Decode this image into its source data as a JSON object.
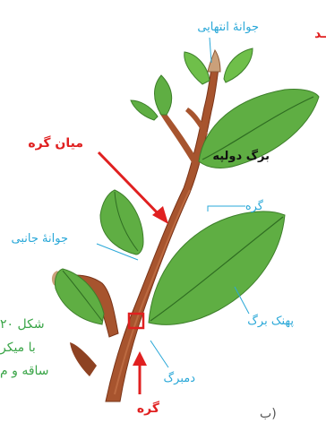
{
  "colors": {
    "label_blue": "#2aa8d8",
    "label_red": "#e02020",
    "caption_green": "#3aa548",
    "stem": "#a7542e",
    "leaf": "#5fae43"
  },
  "labels": {
    "terminal_bud": "جوانهٔ انتهایی",
    "internode": "میان گره",
    "cotyledon_leaf": "برگ دولپه",
    "node_top": "گره",
    "lateral_bud": "جوانهٔ جانبی",
    "leaf_blade": "پهنک برگ",
    "petiole": "دمبرگ",
    "node_bottom": "گره",
    "sub_b": "ب)"
  },
  "caption_fragments": [
    "شکل ۲۰",
    "با میکر",
    "ساقه و م"
  ],
  "edge_fragment": "ـد"
}
